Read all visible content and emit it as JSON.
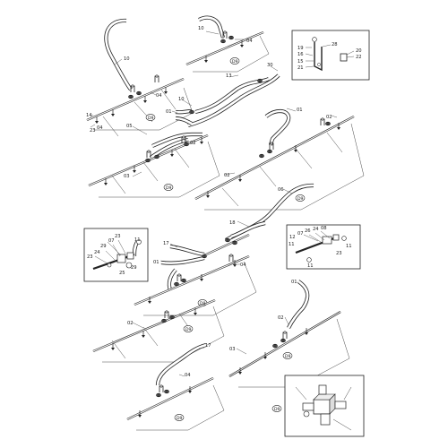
{
  "labels": {
    "l10": "10",
    "l04": "04",
    "l14": "14",
    "l23": "23",
    "l13": "13",
    "l30": "30",
    "l01": "01",
    "l05": "05",
    "l02": "02",
    "l03": "03",
    "l06": "06",
    "l18": "18",
    "l17": "17",
    "l19": "19",
    "l28": "28",
    "l16": "16",
    "l20": "20",
    "l22": "22",
    "l15": "15",
    "l21": "21",
    "l24": "24",
    "l26": "26",
    "l29": "29",
    "l07": "07",
    "l25": "25",
    "l11": "11",
    "l12": "12",
    "l08": "08",
    "d9": "D9"
  }
}
